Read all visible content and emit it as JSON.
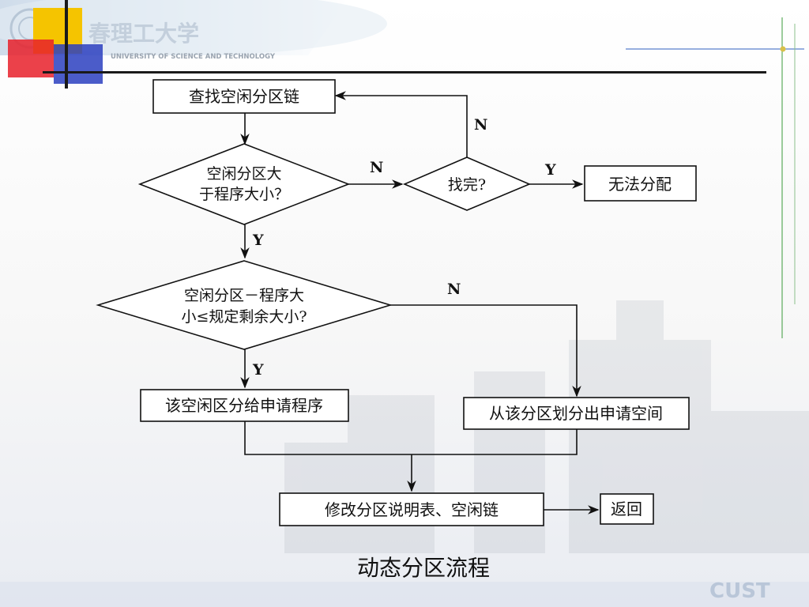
{
  "header": {
    "university_name_cn": "春理工大学",
    "university_name_en": "UNIVERSITY OF SCIENCE AND TECHNOLOGY"
  },
  "footer_logo": "CUST",
  "diagram": {
    "nodes": {
      "find_free_chain": "查找空闲分区链",
      "check_size_line1": "空闲分区大",
      "check_size_line2": "于程序大小？",
      "found_all": "找完?",
      "cannot_allocate": "无法分配",
      "check_remaining_line1": "空闲分区－程序大",
      "check_remaining_line2": "小≤规定剩余大小?",
      "assign_whole": "该空闲区分给申请程序",
      "split_partition": "从该分区划分出申请空间",
      "update_tables": "修改分区说明表、空闲链",
      "return": "返回"
    },
    "edge_labels": {
      "size_no": "N",
      "found_all_no": "N",
      "found_all_yes": "Y",
      "size_yes": "Y",
      "remaining_no": "N",
      "remaining_yes": "Y"
    }
  },
  "caption": "动态分区流程",
  "colors": {
    "header_yellow": "#f5c400",
    "header_red": "#e8202a",
    "header_blue": "#2b3fc0",
    "header_rule": "#1a1a1a",
    "accent_green": "#3a9a3a",
    "accent_blue_line": "#3060c0"
  }
}
